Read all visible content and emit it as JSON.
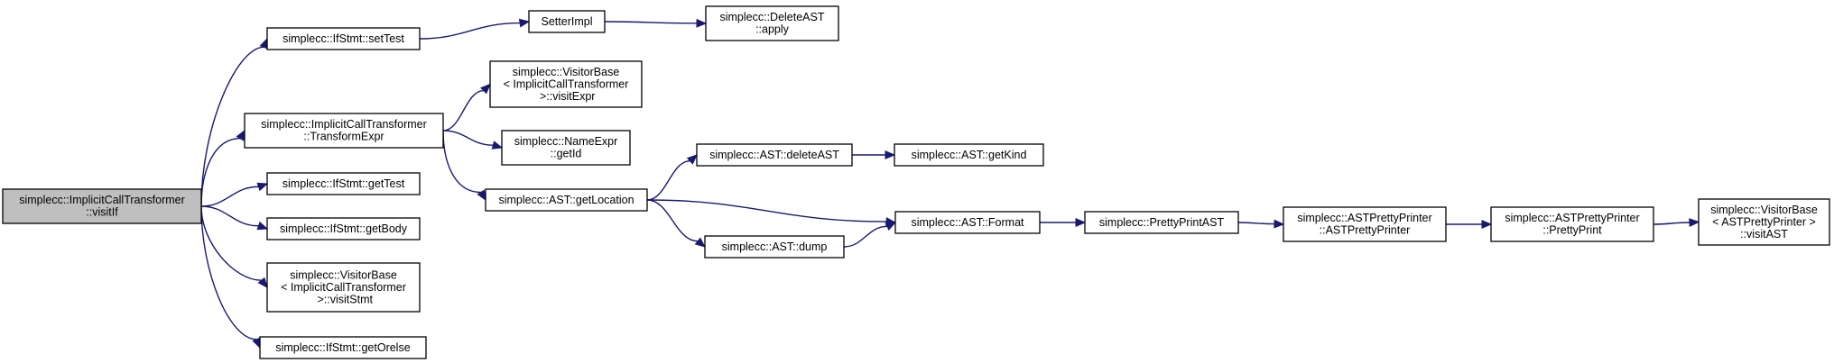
{
  "nodes": [
    {
      "id": "visitIf",
      "lines": [
        "simplecc::ImplicitCallTransformer",
        "::visitIf"
      ],
      "highlighted": true
    },
    {
      "id": "setTest",
      "lines": [
        "simplecc::IfStmt::setTest"
      ]
    },
    {
      "id": "SetterImpl",
      "lines": [
        "SetterImpl"
      ]
    },
    {
      "id": "DeleteAST",
      "lines": [
        "simplecc::DeleteAST",
        "::apply"
      ]
    },
    {
      "id": "TransformExpr",
      "lines": [
        "simplecc::ImplicitCallTransformer",
        "::TransformExpr"
      ]
    },
    {
      "id": "visitExpr",
      "lines": [
        "simplecc::VisitorBase",
        "< ImplicitCallTransformer",
        " >::visitExpr"
      ]
    },
    {
      "id": "getId",
      "lines": [
        "simplecc::NameExpr",
        "::getId"
      ]
    },
    {
      "id": "getLocation",
      "lines": [
        "simplecc::AST::getLocation"
      ]
    },
    {
      "id": "deleteAST",
      "lines": [
        "simplecc::AST::deleteAST"
      ]
    },
    {
      "id": "getKind",
      "lines": [
        "simplecc::AST::getKind"
      ]
    },
    {
      "id": "getTest",
      "lines": [
        "simplecc::IfStmt::getTest"
      ]
    },
    {
      "id": "getBody",
      "lines": [
        "simplecc::IfStmt::getBody"
      ]
    },
    {
      "id": "visitStmt",
      "lines": [
        "simplecc::VisitorBase",
        "< ImplicitCallTransformer",
        " >::visitStmt"
      ]
    },
    {
      "id": "getOrelse",
      "lines": [
        "simplecc::IfStmt::getOrelse"
      ]
    },
    {
      "id": "Format",
      "lines": [
        "simplecc::AST::Format"
      ]
    },
    {
      "id": "dump",
      "lines": [
        "simplecc::AST::dump"
      ]
    },
    {
      "id": "PrettyPrintAST",
      "lines": [
        "simplecc::PrettyPrintAST"
      ]
    },
    {
      "id": "ASTPrettyPrinterCtor",
      "lines": [
        "simplecc::ASTPrettyPrinter",
        "::ASTPrettyPrinter"
      ]
    },
    {
      "id": "PrettyPrint",
      "lines": [
        "simplecc::ASTPrettyPrinter",
        "::PrettyPrint"
      ]
    },
    {
      "id": "visitAST",
      "lines": [
        "simplecc::VisitorBase",
        "< ASTPrettyPrinter >",
        "::visitAST"
      ]
    }
  ],
  "edges": [
    {
      "from": "visitIf",
      "to": "setTest"
    },
    {
      "from": "visitIf",
      "to": "TransformExpr"
    },
    {
      "from": "visitIf",
      "to": "getTest"
    },
    {
      "from": "visitIf",
      "to": "getBody"
    },
    {
      "from": "visitIf",
      "to": "visitStmt"
    },
    {
      "from": "visitIf",
      "to": "getOrelse"
    },
    {
      "from": "setTest",
      "to": "SetterImpl"
    },
    {
      "from": "SetterImpl",
      "to": "DeleteAST"
    },
    {
      "from": "TransformExpr",
      "to": "visitExpr"
    },
    {
      "from": "TransformExpr",
      "to": "getId"
    },
    {
      "from": "TransformExpr",
      "to": "getLocation"
    },
    {
      "from": "getLocation",
      "to": "deleteAST"
    },
    {
      "from": "getLocation",
      "to": "Format"
    },
    {
      "from": "getLocation",
      "to": "dump"
    },
    {
      "from": "deleteAST",
      "to": "getKind"
    },
    {
      "from": "dump",
      "to": "Format"
    },
    {
      "from": "Format",
      "to": "PrettyPrintAST"
    },
    {
      "from": "PrettyPrintAST",
      "to": "ASTPrettyPrinterCtor"
    },
    {
      "from": "ASTPrettyPrinterCtor",
      "to": "PrettyPrint"
    },
    {
      "from": "PrettyPrint",
      "to": "visitAST"
    }
  ],
  "colors": {
    "edge": "#191970",
    "node_border": "#000000",
    "node_fill": "#ffffff",
    "highlight_fill": "#bfbfbf"
  }
}
